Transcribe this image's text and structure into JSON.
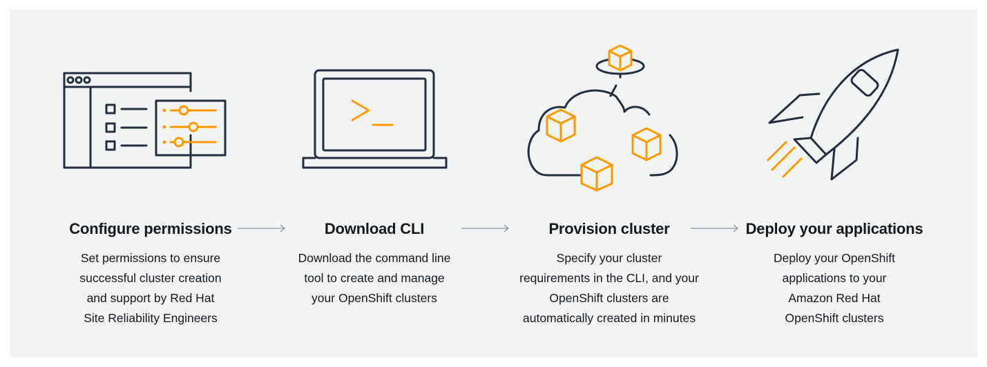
{
  "colors": {
    "stroke": "#232f3e",
    "accent": "#ff9900",
    "background": "#f2f3f3"
  },
  "steps": [
    {
      "icon": "permissions-window-icon",
      "title": "Configure permissions",
      "description": [
        "Set permissions to ensure",
        "successful cluster creation",
        "and support by Red Hat",
        "Site Reliability Engineers"
      ]
    },
    {
      "icon": "laptop-terminal-icon",
      "title": "Download CLI",
      "description": [
        "Download the command line",
        "tool to create and manage",
        "your OpenShift clusters"
      ]
    },
    {
      "icon": "cloud-cluster-icon",
      "title": "Provision cluster",
      "description": [
        "Specify your cluster",
        "requirements in the CLI, and your",
        "OpenShift clusters are",
        "automatically created in minutes"
      ]
    },
    {
      "icon": "rocket-icon",
      "title": "Deploy your applications",
      "description": [
        "Deploy your OpenShift",
        "applications to your",
        "Amazon Red Hat",
        "OpenShift clusters"
      ]
    }
  ]
}
